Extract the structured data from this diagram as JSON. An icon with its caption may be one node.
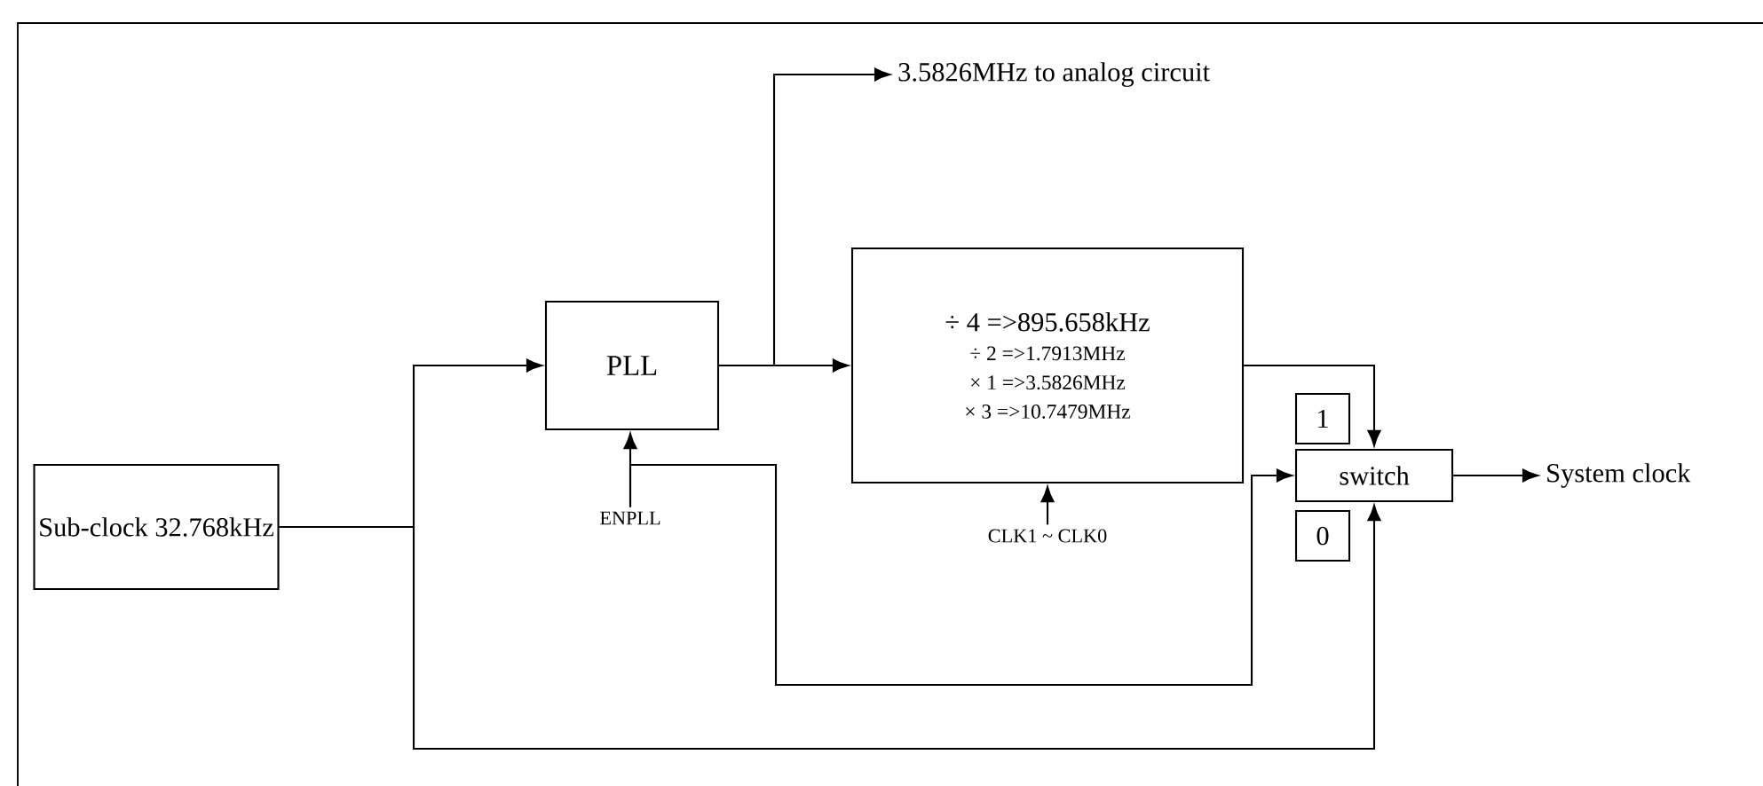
{
  "diagram": {
    "nodes": [
      {
        "text": [
          "Sub-clock 32.768kHz"
        ]
      },
      {
        "text": [
          "PLL"
        ]
      },
      {
        "text": [
          "÷ 4 =>895.658kHz",
          "÷ 2 =>1.7913MHz",
          "× 1 =>3.5826MHz",
          "× 3 =>10.7479MHz"
        ]
      },
      {
        "text": [
          "switch"
        ]
      },
      {
        "text": [
          "1"
        ]
      },
      {
        "text": [
          "0"
        ]
      },
      {
        "text": [
          "3.5826MHz to analog circuit"
        ]
      },
      {
        "text": [
          "System clock"
        ]
      },
      {
        "text": [
          "ENPLL"
        ]
      },
      {
        "text": [
          "CLK1 ~ CLK0"
        ]
      }
    ],
    "edges": [
      {
        "from": 0,
        "to": 1,
        "arrow": "to"
      },
      {
        "from": 0,
        "to": 3,
        "arrow": "to"
      },
      {
        "from": 1,
        "to": 2,
        "arrow": "to"
      },
      {
        "from": 1,
        "to": 6,
        "arrow": "to"
      },
      {
        "from": 2,
        "to": 3,
        "arrow": "to"
      },
      {
        "from": 3,
        "to": 7,
        "arrow": "to"
      },
      {
        "from": 8,
        "to": 1,
        "arrow": "to"
      },
      {
        "from": 8,
        "to": 3,
        "arrow": "to"
      },
      {
        "from": 9,
        "to": 2,
        "arrow": "to"
      }
    ]
  }
}
